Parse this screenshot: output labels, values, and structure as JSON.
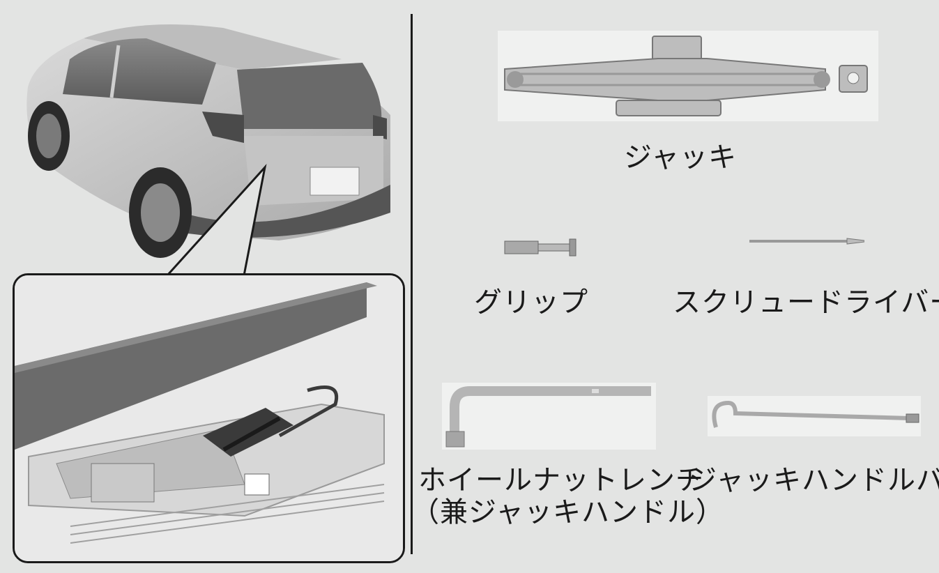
{
  "tools": {
    "jack": {
      "label": "ジャッキ",
      "icon": "scissor-jack-icon"
    },
    "grip": {
      "label": "グリップ",
      "icon": "grip-icon"
    },
    "screwdriver": {
      "label": "スクリュードライバー",
      "icon": "screwdriver-icon"
    },
    "wheel_nut_wrench": {
      "label_line1": "ホイールナットレンチ",
      "label_line2": "（兼ジャッキハンドル）",
      "icon": "wheel-nut-wrench-icon"
    },
    "jack_handle_bar": {
      "label": "ジャッキハンドルバー",
      "icon": "jack-handle-bar-icon"
    }
  },
  "illustration": {
    "car": "suv-rear-view-icon",
    "cargo": "cargo-floor-storage-icon"
  }
}
